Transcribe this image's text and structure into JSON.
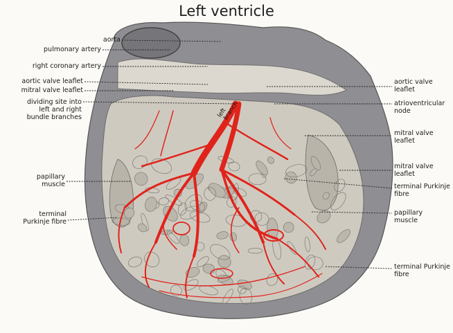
{
  "title": "Left ventricle",
  "inner_label": "left\nbranch",
  "colors": {
    "background": "#fbfaf6",
    "outer_tissue": "#8f8f93",
    "inner_tissue": "#cfcac0",
    "purkinje_red": "#e0241b",
    "label_text": "#1a1a1a"
  },
  "labels_left": [
    {
      "id": "aorta",
      "text": "aorta"
    },
    {
      "id": "pulmonary-artery",
      "text": "pulmonary artery"
    },
    {
      "id": "right-coronary-artery",
      "text": "right coronary artery"
    },
    {
      "id": "aortic-valve-leaflet-left",
      "text": "aortic valve leaflet"
    },
    {
      "id": "mitral-valve-leaflet-left",
      "text": "mitral valve leaflet"
    },
    {
      "id": "dividing-site",
      "text": "dividing site into\nleft and right\nbundle branches"
    },
    {
      "id": "papillary-muscle-left",
      "text": "papillary\nmuscle"
    },
    {
      "id": "terminal-purkinje-left",
      "text": "terminal\nPurkinje fibre"
    }
  ],
  "labels_right": [
    {
      "id": "aortic-valve-leaflet-right",
      "text": "aortic valve\nleaflet"
    },
    {
      "id": "atrioventricular-node",
      "text": "atrioventricular\nnode"
    },
    {
      "id": "mitral-valve-leaflet-right-1",
      "text": "mitral valve\nleaflet"
    },
    {
      "id": "mitral-valve-leaflet-right-2",
      "text": "mitral valve\nleaflet"
    },
    {
      "id": "terminal-purkinje-right-1",
      "text": "terminal Purkinje\nfibre"
    },
    {
      "id": "papillary-muscle-right",
      "text": "papillary\nmuscle"
    },
    {
      "id": "terminal-purkinje-right-2",
      "text": "terminal Purkinje\nfibre"
    }
  ]
}
